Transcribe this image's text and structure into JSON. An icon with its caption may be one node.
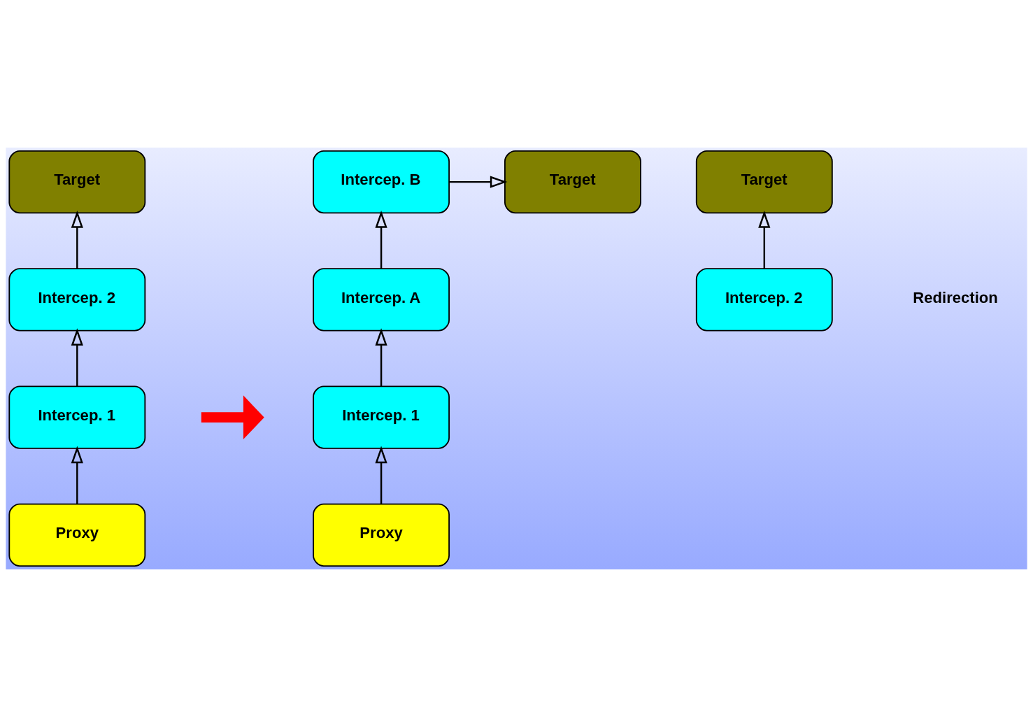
{
  "diagram": {
    "nodes": [
      {
        "text": [
          "Target"
        ]
      },
      {
        "text": [
          "Target"
        ]
      },
      {
        "text": [
          "Intercep. B"
        ]
      },
      {
        "text": [
          "Target"
        ]
      },
      {
        "text": [
          "Intercep. 2"
        ]
      },
      {
        "text": [
          "Intercep. 2"
        ]
      },
      {
        "text": [
          "Intercep. A"
        ]
      },
      {
        "text": [
          "Intercep. 1"
        ]
      },
      {
        "text": [
          "Intercep. 1"
        ]
      },
      {
        "text": [
          "Proxy"
        ]
      },
      {
        "text": [
          "Proxy"
        ]
      }
    ],
    "edges": [
      {
        "from": 9,
        "to": 7,
        "arrow": "to"
      },
      {
        "from": 7,
        "to": 4,
        "arrow": "to"
      },
      {
        "from": 4,
        "to": 0,
        "arrow": "to"
      },
      {
        "from": 10,
        "to": 8,
        "arrow": "to"
      },
      {
        "from": 8,
        "to": 6,
        "arrow": "to"
      },
      {
        "from": 6,
        "to": 2,
        "arrow": "to"
      },
      {
        "from": 2,
        "to": 3,
        "arrow": "to"
      },
      {
        "from": 5,
        "to": 1,
        "arrow": "to"
      }
    ],
    "labels": [
      "Redirection"
    ]
  }
}
